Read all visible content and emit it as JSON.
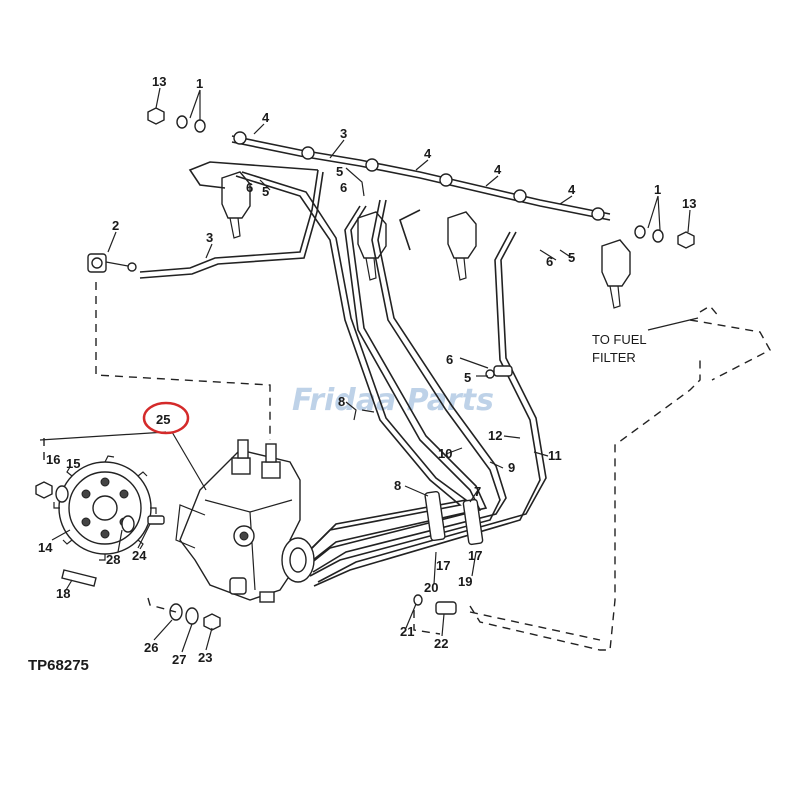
{
  "figure_id": "TP68275",
  "note_lines": [
    "TO FUEL",
    "FILTER"
  ],
  "watermark": "Fridaa Parts",
  "highlight_color": "#d42a2a",
  "callouts": {
    "c1a": "1",
    "c1b": "1",
    "c2": "2",
    "c3a": "3",
    "c3b": "3",
    "c4a": "4",
    "c4b": "4",
    "c4c": "4",
    "c4d": "4",
    "c5a": "5",
    "c5b": "5",
    "c5c": "5",
    "c5d": "5",
    "c6a": "6",
    "c6b": "6",
    "c6c": "6",
    "c6d": "6",
    "c7": "7",
    "c8a": "8",
    "c8b": "8",
    "c9": "9",
    "c10": "10",
    "c11": "11",
    "c12": "12",
    "c13a": "13",
    "c13b": "13",
    "c14": "14",
    "c15": "15",
    "c16": "16",
    "c17a": "17",
    "c17b": "17",
    "c18": "18",
    "c19": "19",
    "c20": "20",
    "c21": "21",
    "c22": "22",
    "c23": "23",
    "c24": "24",
    "c25": "25",
    "c26": "26",
    "c27": "27",
    "c28": "28"
  }
}
